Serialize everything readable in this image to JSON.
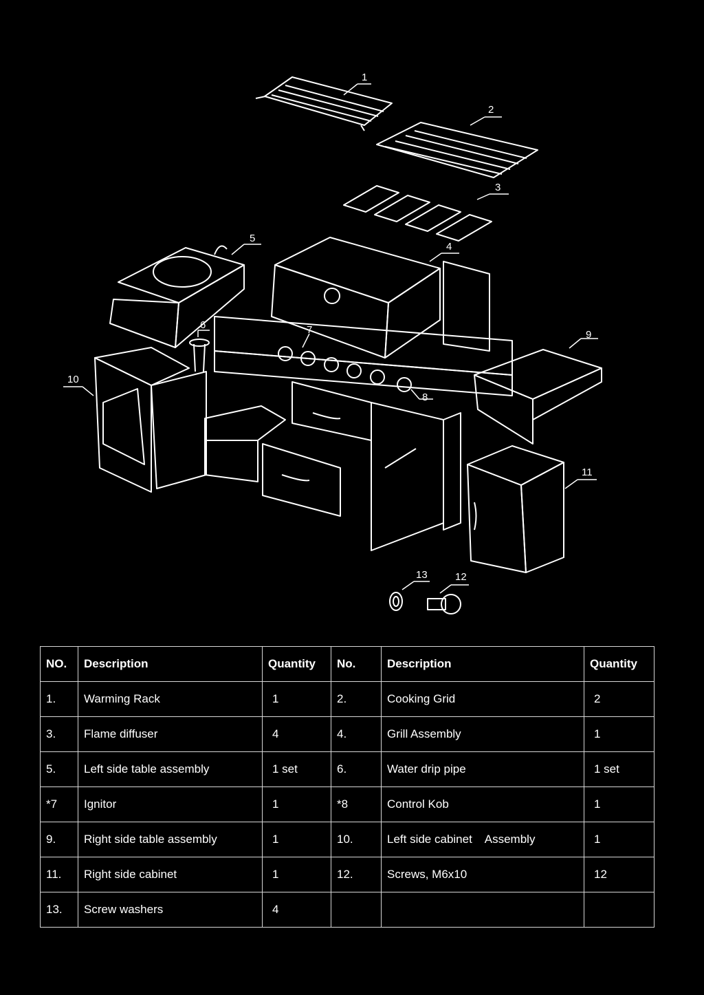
{
  "callouts": [
    "1",
    "2",
    "3",
    "4",
    "5",
    "6",
    "7",
    "8",
    "9",
    "10",
    "11",
    "12",
    "13"
  ],
  "table": {
    "headers": [
      "NO.",
      "Description",
      "Quantity",
      "No.",
      "Description",
      "Quantity"
    ],
    "rows": [
      [
        "1.",
        "Warming Rack",
        "1",
        "2.",
        "Cooking Grid",
        "2"
      ],
      [
        "3.",
        "Flame diffuser",
        "4",
        "4.",
        "Grill Assembly",
        "1"
      ],
      [
        "5.",
        "Left side table assembly",
        "1 set",
        "6.",
        "Water drip pipe",
        "1 set"
      ],
      [
        "*7",
        "Ignitor",
        "1",
        "*8",
        "Control Kob",
        "1"
      ],
      [
        "9.",
        "Right side table assembly",
        "1",
        "10.",
        "Left side cabinet    Assembly",
        "1"
      ],
      [
        "11.",
        "Right side cabinet",
        "1",
        "12.",
        "Screws, M6x10",
        "12"
      ],
      [
        "13.",
        "Screw washers",
        "4",
        "",
        "",
        ""
      ]
    ]
  }
}
